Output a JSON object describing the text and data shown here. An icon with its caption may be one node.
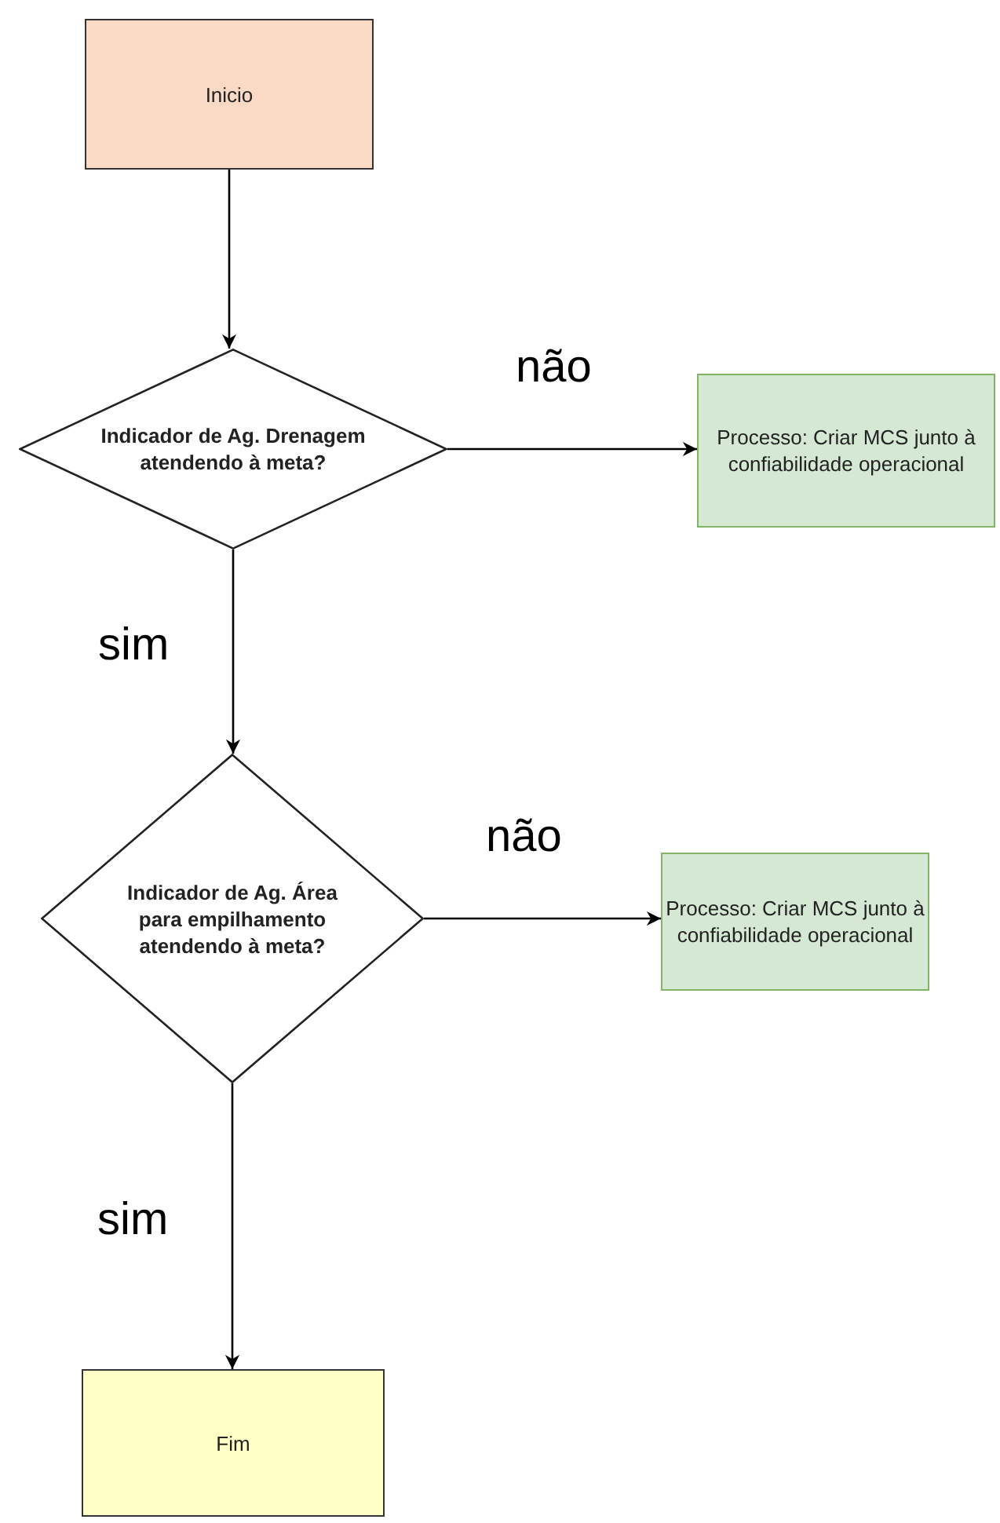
{
  "diagram": {
    "nodes": [
      {
        "text": [
          "Inicio"
        ]
      },
      {
        "text": [
          "Indicador de Ag. Drenagem atendendo à meta?"
        ]
      },
      {
        "text": [
          "Processo: Criar MCS junto à confiabilidade operacional"
        ]
      },
      {
        "text": [
          "Indicador de Ag. Área para empilhamento atendendo à meta?"
        ]
      },
      {
        "text": [
          "Processo: Criar MCS junto à confiabilidade operacional"
        ]
      },
      {
        "text": [
          "Fim"
        ]
      }
    ],
    "edges": [
      {
        "from": 0,
        "to": 1,
        "arrow": "to"
      },
      {
        "from": 1,
        "to": 2,
        "arrow": "to",
        "label": "não"
      },
      {
        "from": 1,
        "to": 3,
        "arrow": "to",
        "label": "sim"
      },
      {
        "from": 3,
        "to": 4,
        "arrow": "to",
        "label": "não"
      },
      {
        "from": 3,
        "to": 5,
        "arrow": "to",
        "label": "sim"
      }
    ]
  }
}
